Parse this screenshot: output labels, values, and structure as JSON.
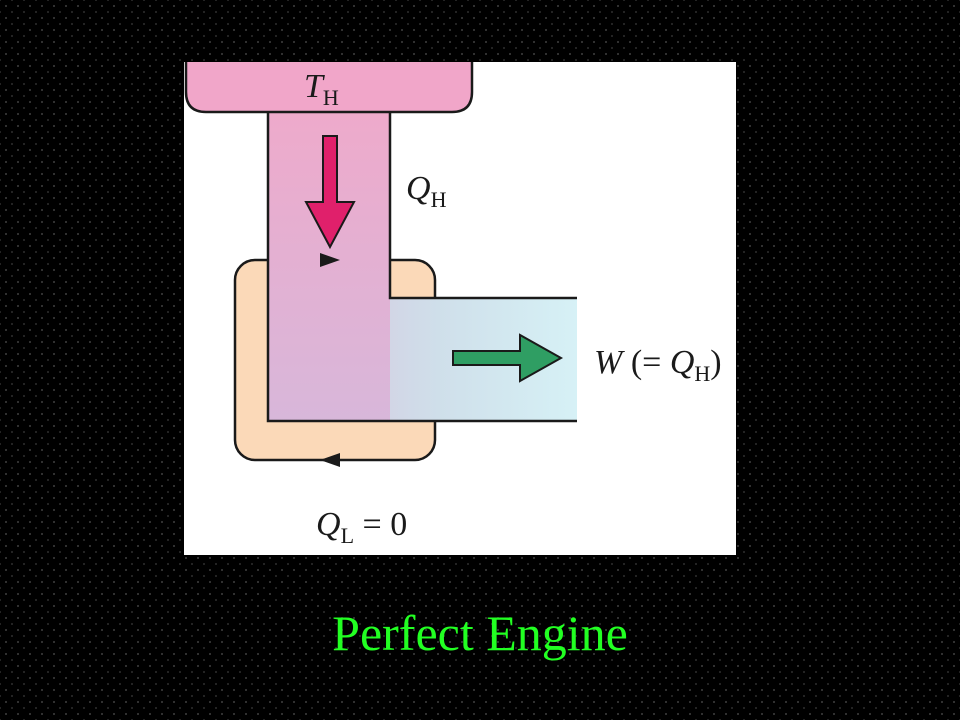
{
  "diagram": {
    "hot_reservoir": {
      "var": "T",
      "sub": "H",
      "color": "#f1a6c9"
    },
    "heat_in": {
      "var": "Q",
      "sub": "H",
      "arrow_color": "#e0206b"
    },
    "work_out": {
      "var": "W",
      "open": "(= ",
      "qvar": "Q",
      "qsub": "H",
      "close": ")",
      "arrow_color": "#2f9e63"
    },
    "heat_out": {
      "var": "Q",
      "sub": "L",
      "rest": " = 0"
    },
    "engine_color": "#fbd9b8"
  },
  "caption": {
    "text": "Perfect Engine",
    "color": "#22ff22"
  }
}
